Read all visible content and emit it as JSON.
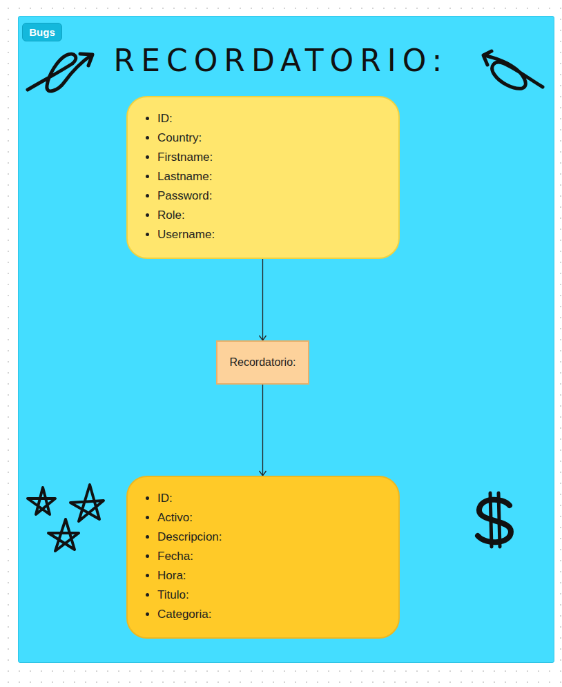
{
  "diagram": {
    "title": "RECORDATORIO:",
    "nodes": [
      {
        "text": [
          "Bugs"
        ]
      },
      {
        "text": [
          "ID:",
          "Country:",
          "Firstname:",
          "Lastname:",
          "Password:",
          "Role:",
          "Username:"
        ]
      },
      {
        "text": [
          "Recordatorio:"
        ]
      },
      {
        "text": [
          "ID:",
          "Activo:",
          "Descripcion:",
          "Fecha:",
          "Hora:",
          "Titulo:",
          "Categoria:"
        ]
      }
    ],
    "edges": [
      {
        "from": 1,
        "to": 2,
        "arrow": "to"
      },
      {
        "from": 2,
        "to": 3,
        "arrow": "to"
      }
    ]
  }
}
